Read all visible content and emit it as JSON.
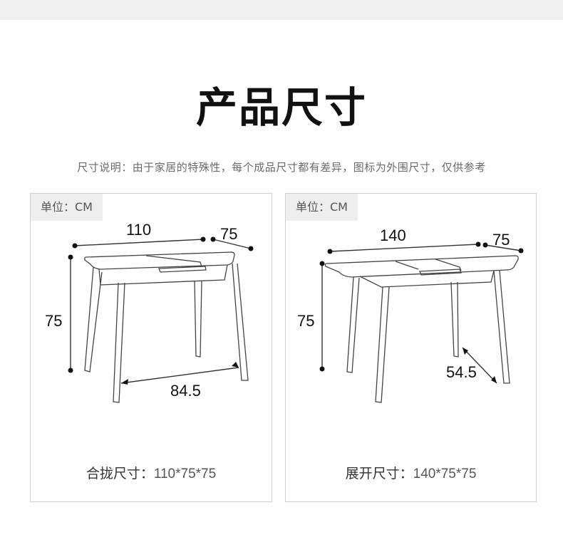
{
  "page": {
    "title": "产品尺寸",
    "subtitle": "尺寸说明：由于家居的特殊性，每个成品尺寸都有差异，图标为外围尺寸，仅供参考"
  },
  "panels": [
    {
      "unit_label": "单位：CM",
      "dims": {
        "length": "110",
        "width": "75",
        "height": "75",
        "inner": "84.5"
      },
      "caption_label": "合拢尺寸：",
      "caption_value": "110*75*75"
    },
    {
      "unit_label": "单位：CM",
      "dims": {
        "length": "140",
        "width": "75",
        "height": "75",
        "inner": "54.5"
      },
      "caption_label": "展开尺寸：",
      "caption_value": "140*75*75"
    }
  ]
}
